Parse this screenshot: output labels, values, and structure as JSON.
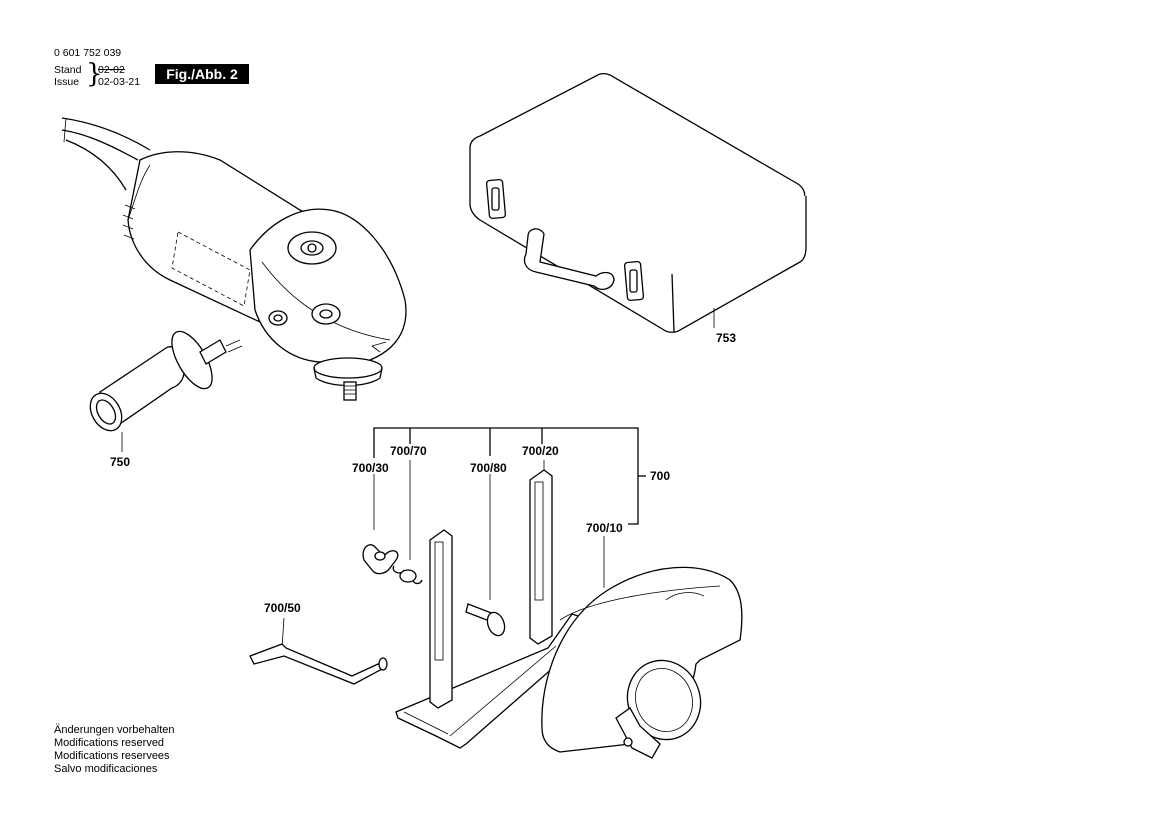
{
  "header": {
    "doc_number": "0 601 752 039",
    "stand_label": "Stand",
    "issue_label": "Issue",
    "stand_date": "02-02",
    "issue_date": "02-03-21",
    "figure_label": "Fig./Abb. 2"
  },
  "parts": {
    "p750": "750",
    "p753": "753",
    "p700": "700",
    "p700_10": "700/10",
    "p700_20": "700/20",
    "p700_30": "700/30",
    "p700_50": "700/50",
    "p700_70": "700/70",
    "p700_80": "700/80"
  },
  "notes": [
    "Änderungen vorbehalten",
    "Modifications reserved",
    "Modifications reservees",
    "Salvo modificaciones"
  ]
}
